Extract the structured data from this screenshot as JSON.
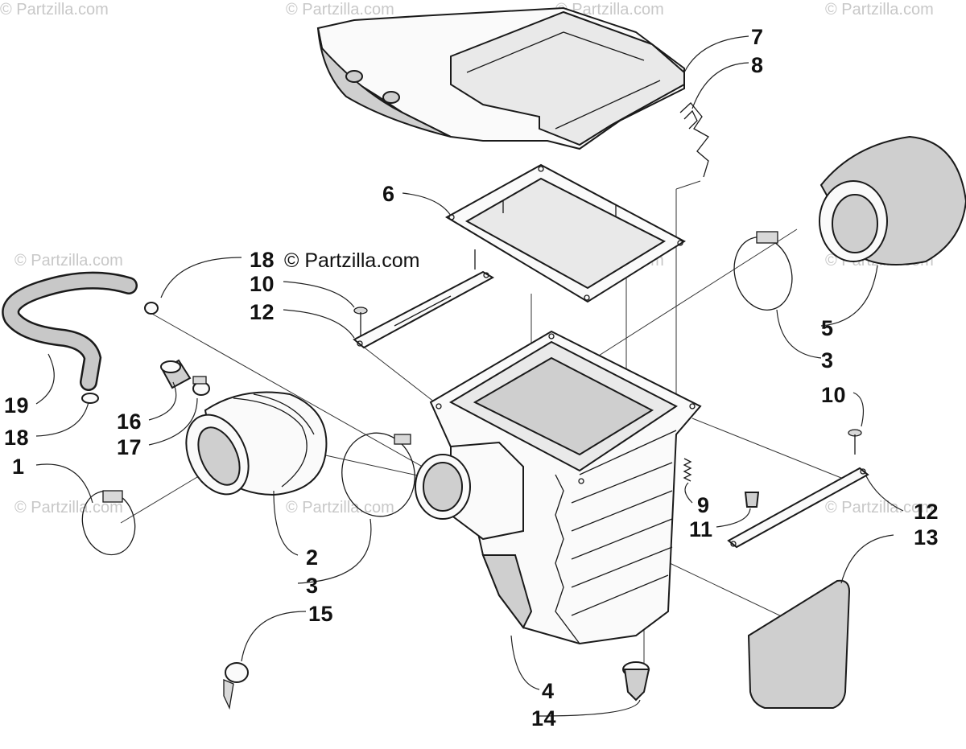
{
  "watermark": "© Partzilla.com",
  "credit": "© Partzilla.com",
  "callouts": [
    {
      "id": "c7",
      "text": "7"
    },
    {
      "id": "c8",
      "text": "8"
    },
    {
      "id": "c6",
      "text": "6"
    },
    {
      "id": "c18a",
      "text": "18"
    },
    {
      "id": "c10a",
      "text": "10"
    },
    {
      "id": "c12a",
      "text": "12"
    },
    {
      "id": "c5",
      "text": "5"
    },
    {
      "id": "c3a",
      "text": "3"
    },
    {
      "id": "c10b",
      "text": "10"
    },
    {
      "id": "c19",
      "text": "19"
    },
    {
      "id": "c18b",
      "text": "18"
    },
    {
      "id": "c16",
      "text": "16"
    },
    {
      "id": "c17",
      "text": "17"
    },
    {
      "id": "c1",
      "text": "1"
    },
    {
      "id": "c9",
      "text": "9"
    },
    {
      "id": "c11",
      "text": "11"
    },
    {
      "id": "c12b",
      "text": "12"
    },
    {
      "id": "c13",
      "text": "13"
    },
    {
      "id": "c2",
      "text": "2"
    },
    {
      "id": "c3b",
      "text": "3"
    },
    {
      "id": "c15",
      "text": "15"
    },
    {
      "id": "c4",
      "text": "4"
    },
    {
      "id": "c14",
      "text": "14"
    }
  ]
}
